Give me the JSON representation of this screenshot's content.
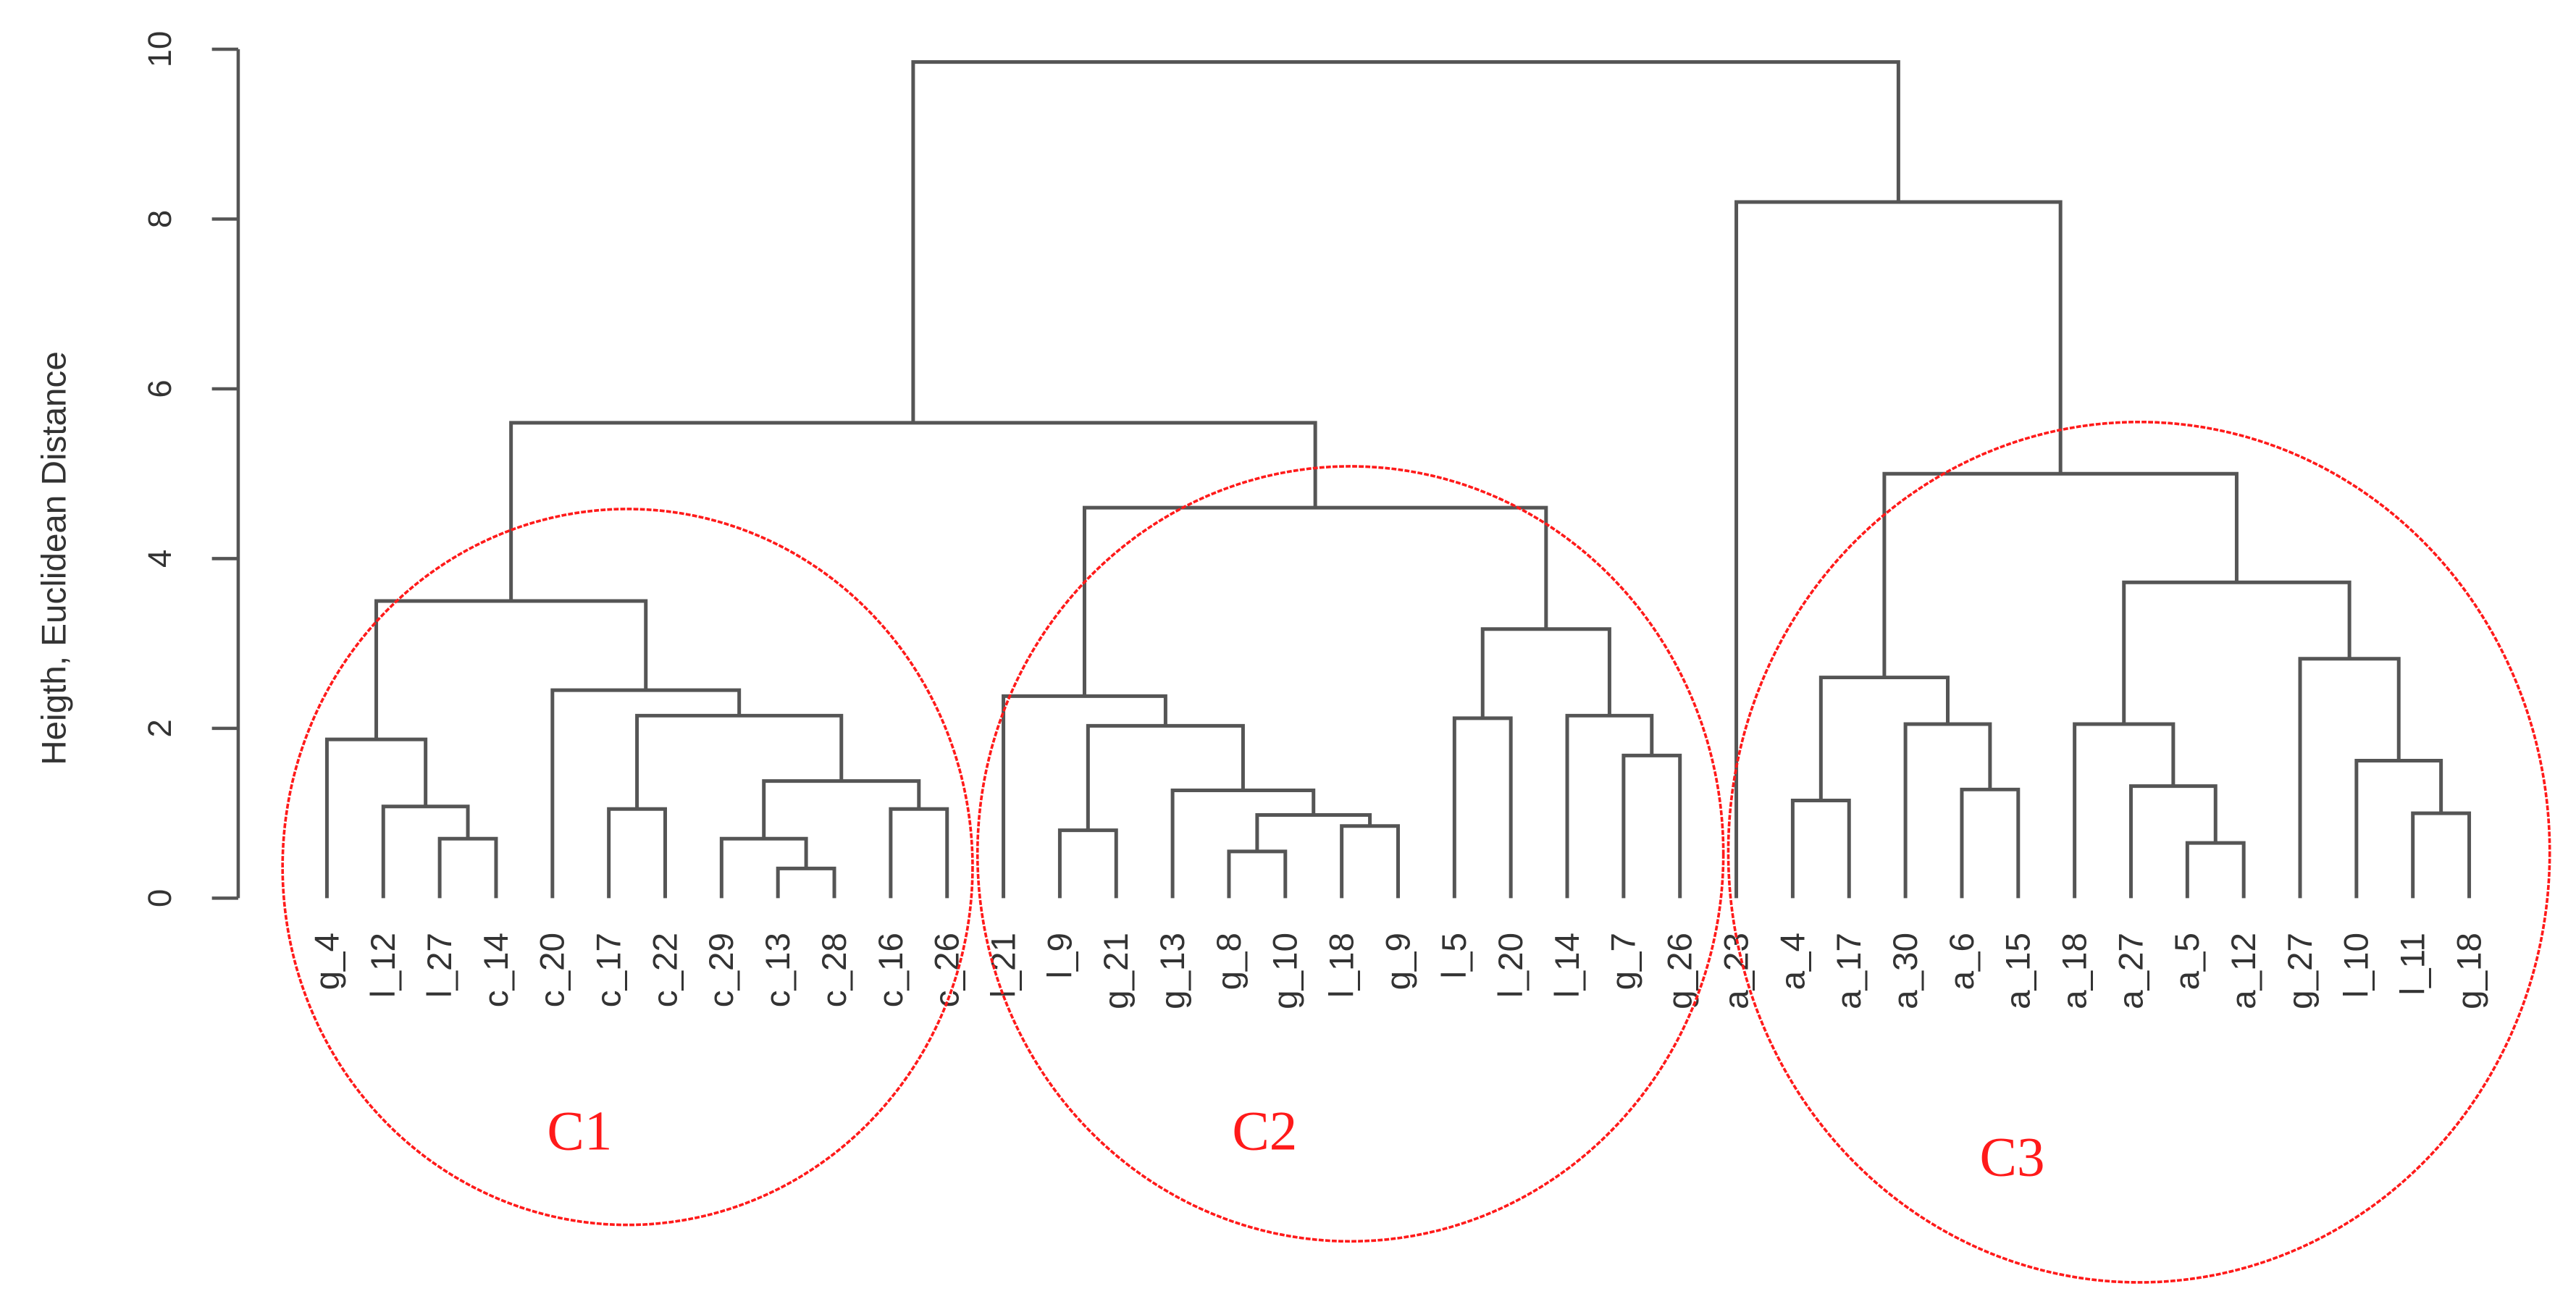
{
  "chart_data": {
    "type": "dendrogram",
    "title": "",
    "xlabel": "",
    "ylabel": "Heigth, Euclidean Distance",
    "ylim": [
      0,
      10
    ],
    "yticks": [
      0,
      2,
      4,
      6,
      8,
      10
    ],
    "grid": false,
    "leaves": [
      "g_4",
      "l_12",
      "l_27",
      "c_14",
      "c_20",
      "c_17",
      "c_22",
      "c_29",
      "c_13",
      "c_28",
      "c_16",
      "c_26",
      "l_21",
      "l_9",
      "g_21",
      "g_13",
      "g_8",
      "g_10",
      "l_18",
      "g_9",
      "l_5",
      "l_20",
      "l_14",
      "g_7",
      "g_26",
      "a_23",
      "a_4",
      "a_17",
      "a_30",
      "a_6",
      "a_15",
      "a_18",
      "a_27",
      "a_5",
      "a_12",
      "g_27",
      "l_10",
      "l_11",
      "g_18"
    ],
    "merges": [
      {
        "id": "m1",
        "left": "l_27",
        "right": "c_14",
        "height": 0.7
      },
      {
        "id": "m2",
        "left": "l_12",
        "right": "m1",
        "height": 1.08
      },
      {
        "id": "m3",
        "left": "g_4",
        "right": "m2",
        "height": 1.87
      },
      {
        "id": "m4",
        "left": "c_13",
        "right": "c_28",
        "height": 0.35
      },
      {
        "id": "m5",
        "left": "c_29",
        "right": "m4",
        "height": 0.7
      },
      {
        "id": "m6",
        "left": "c_16",
        "right": "c_26",
        "height": 1.05
      },
      {
        "id": "m7",
        "left": "m5",
        "right": "m6",
        "height": 1.38
      },
      {
        "id": "m8",
        "left": "c_17",
        "right": "c_22",
        "height": 1.05
      },
      {
        "id": "m9",
        "left": "m8",
        "right": "m7",
        "height": 2.15
      },
      {
        "id": "m10",
        "left": "c_20",
        "right": "m9",
        "height": 2.45
      },
      {
        "id": "m11",
        "left": "m3",
        "right": "m10",
        "height": 3.5
      },
      {
        "id": "m12",
        "left": "g_8",
        "right": "g_10",
        "height": 0.55
      },
      {
        "id": "m13",
        "left": "l_18",
        "right": "g_9",
        "height": 0.85
      },
      {
        "id": "m14",
        "left": "m12",
        "right": "m13",
        "height": 0.98
      },
      {
        "id": "m15",
        "left": "g_13",
        "right": "m14",
        "height": 1.27
      },
      {
        "id": "m16",
        "left": "l_9",
        "right": "g_21",
        "height": 0.8
      },
      {
        "id": "m17",
        "left": "m16",
        "right": "m15",
        "height": 2.03
      },
      {
        "id": "m18",
        "left": "l_21",
        "right": "m17",
        "height": 2.38
      },
      {
        "id": "m19",
        "left": "l_5",
        "right": "l_20",
        "height": 2.12
      },
      {
        "id": "m20",
        "left": "g_7",
        "right": "g_26",
        "height": 1.68
      },
      {
        "id": "m21",
        "left": "l_14",
        "right": "m20",
        "height": 2.15
      },
      {
        "id": "m22",
        "left": "m19",
        "right": "m21",
        "height": 3.17
      },
      {
        "id": "m23",
        "left": "m18",
        "right": "m22",
        "height": 4.6
      },
      {
        "id": "m24",
        "left": "m11",
        "right": "m23",
        "height": 5.6
      },
      {
        "id": "m25",
        "left": "a_4",
        "right": "a_17",
        "height": 1.15
      },
      {
        "id": "m26",
        "left": "a_6",
        "right": "a_15",
        "height": 1.28
      },
      {
        "id": "m27",
        "left": "a_30",
        "right": "m26",
        "height": 2.05
      },
      {
        "id": "m28",
        "left": "m25",
        "right": "m27",
        "height": 2.6
      },
      {
        "id": "m29",
        "left": "a_5",
        "right": "a_12",
        "height": 0.65
      },
      {
        "id": "m30",
        "left": "a_27",
        "right": "m29",
        "height": 1.32
      },
      {
        "id": "m31",
        "left": "a_18",
        "right": "m30",
        "height": 2.05
      },
      {
        "id": "m32",
        "left": "l_11",
        "right": "g_18",
        "height": 1.0
      },
      {
        "id": "m33",
        "left": "l_10",
        "right": "m32",
        "height": 1.62
      },
      {
        "id": "m34",
        "left": "g_27",
        "right": "m33",
        "height": 2.82
      },
      {
        "id": "m35",
        "left": "m31",
        "right": "m34",
        "height": 3.72
      },
      {
        "id": "m36",
        "left": "m28",
        "right": "m35",
        "height": 5.0
      },
      {
        "id": "m37",
        "left": "a_23",
        "right": "m36",
        "height": 8.2
      },
      {
        "id": "m38",
        "left": "m24",
        "right": "m37",
        "height": 9.85
      }
    ],
    "annotations": [
      {
        "label": "C1",
        "cx": 382,
        "cy": 528,
        "rx": 210,
        "ry": 218,
        "text_x": 333,
        "text_y": 700
      },
      {
        "label": "C2",
        "cx": 822,
        "cy": 520,
        "rx": 227,
        "ry": 236,
        "text_x": 750,
        "text_y": 700
      },
      {
        "label": "C3",
        "cx": 1302,
        "cy": 519,
        "rx": 250,
        "ry": 262,
        "text_x": 1205,
        "text_y": 716
      }
    ],
    "colors": {
      "tree": "#555555",
      "axis": "#555555",
      "annotation": "#ff1a1a",
      "text": "#333333"
    }
  }
}
